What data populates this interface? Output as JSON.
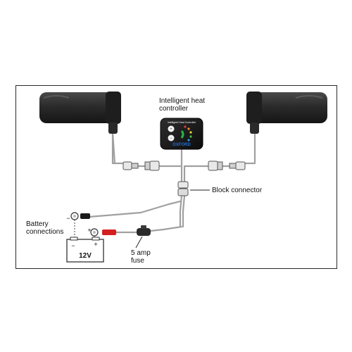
{
  "labels": {
    "controller": "Intelligent heat\ncontroller",
    "block_connector": "Block connector",
    "battery": "Battery\nconnections",
    "fuse": "5 amp\nfuse",
    "voltage": "12V",
    "minus": "−",
    "plus": "+"
  },
  "controller_face": {
    "title": "Intelligent Heat Controller",
    "brand": "OXFORD",
    "btn_plus": "+",
    "btn_minus": "−"
  },
  "colors": {
    "wire": "#9a9a9a",
    "grip": "#2b2b2b",
    "controller_body": "#1a1a1a",
    "positive_clip": "#d42020",
    "negative_clip": "#1a1a1a",
    "brand_blue": "#1e6fd9"
  }
}
